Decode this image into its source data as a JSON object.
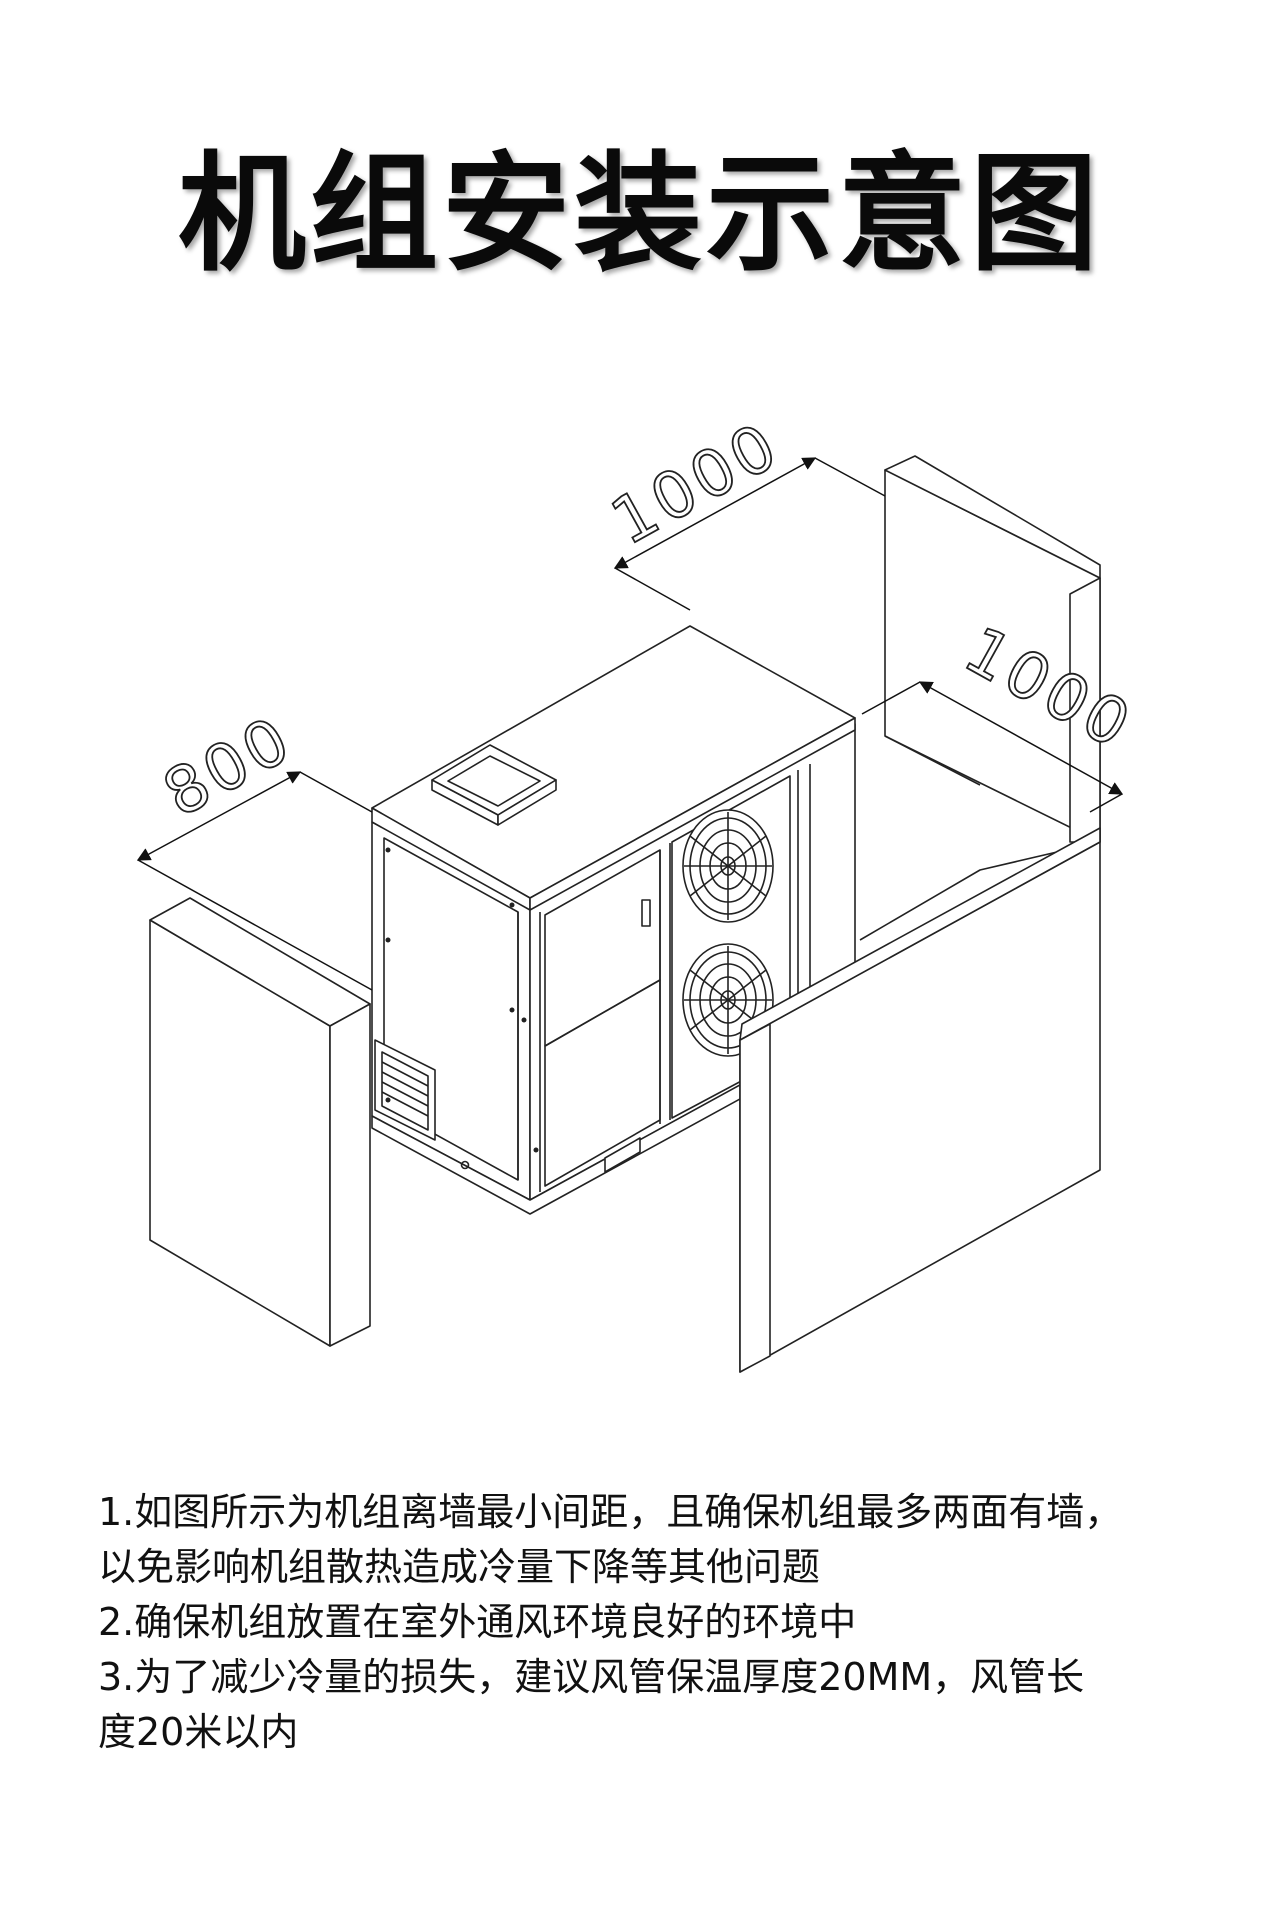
{
  "title": "机组安装示意图",
  "dimensions": {
    "left_clearance": "800",
    "back_clearance": "1000",
    "right_clearance": "1000"
  },
  "notes": [
    "1.如图所示为机组离墙最小间距，且确保机组最多两面有墙，",
    "以免影响机组散热造成冷量下降等其他问题",
    "2.确保机组放置在室外通风环境良好的环境中",
    "3.为了减少冷量的损失，建议风管保温厚度20MM，风管长",
    "度20米以内"
  ],
  "colors": {
    "line": "#222222",
    "wall_fill": "#ffffff",
    "background": "#ffffff"
  },
  "icons": [
    "fan-icon",
    "door-handle-icon",
    "louver-vent-icon",
    "duct-flange-icon"
  ]
}
